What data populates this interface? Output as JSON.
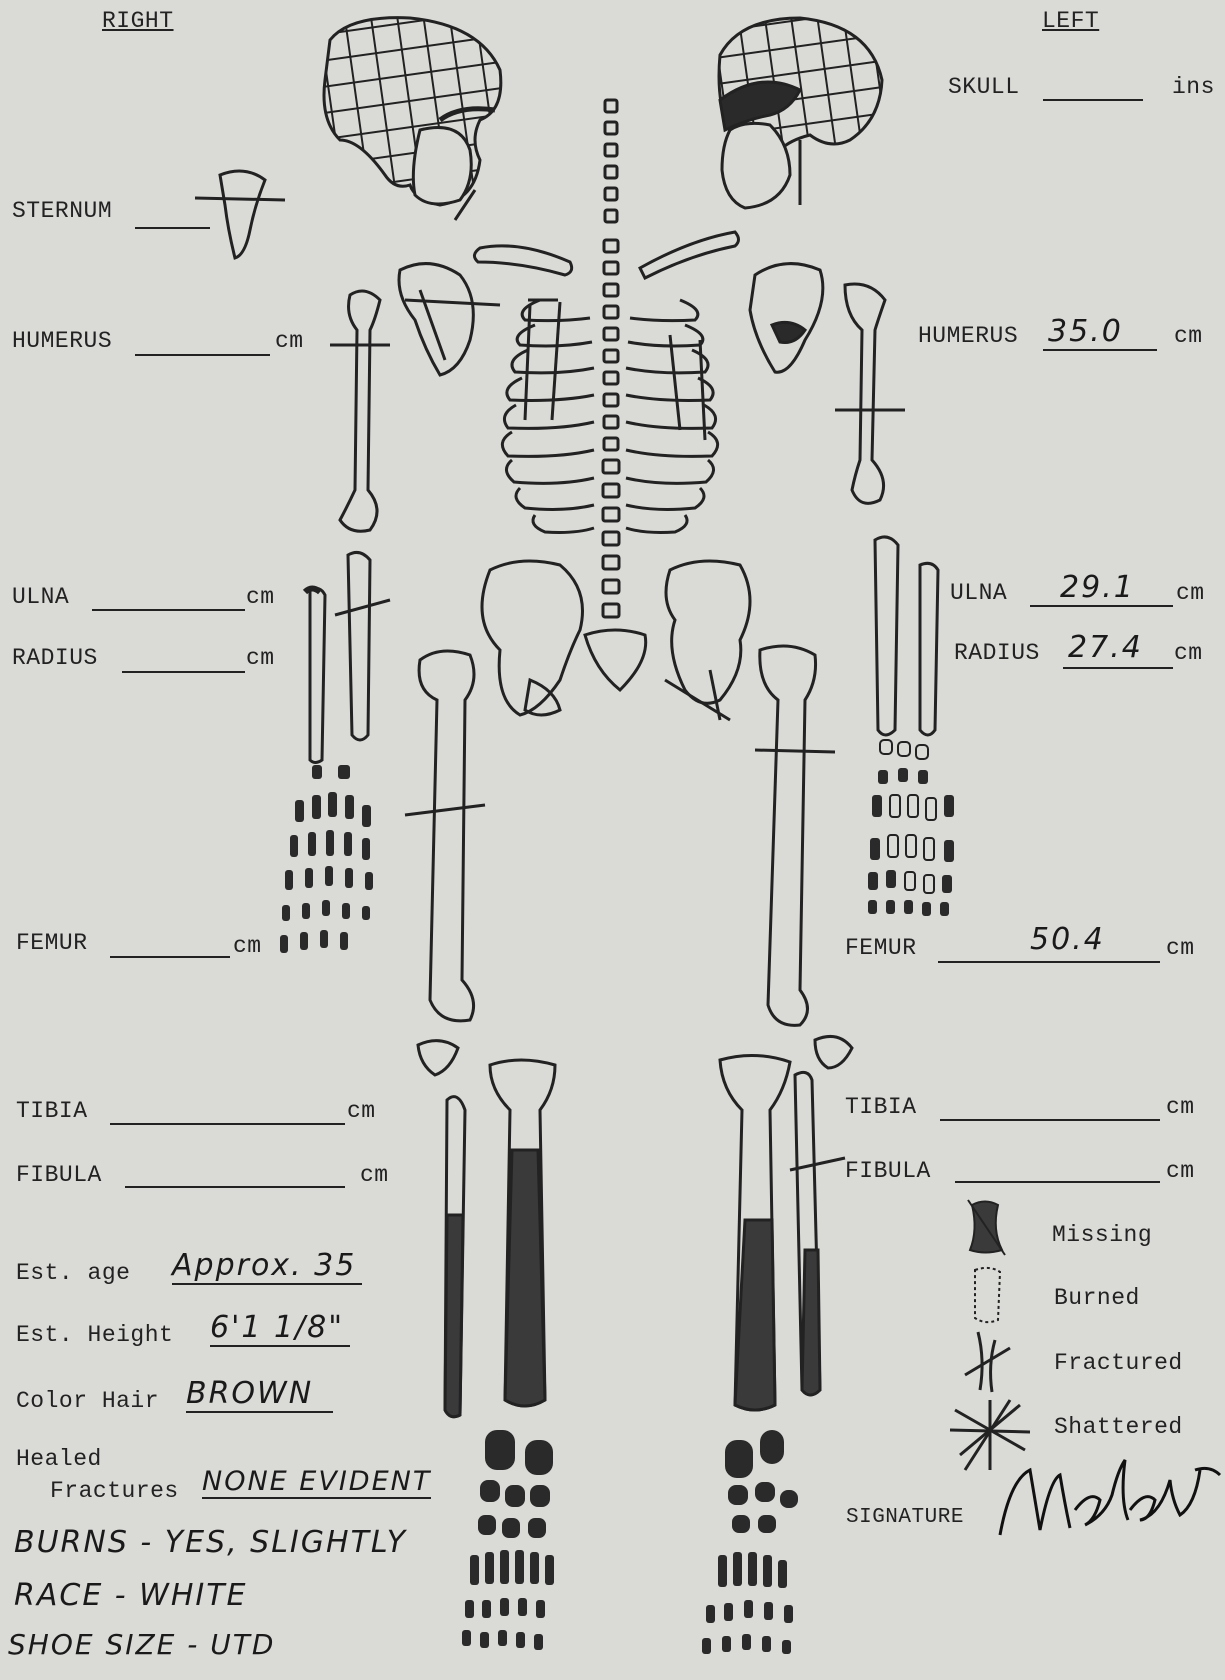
{
  "headers": {
    "right": "RIGHT",
    "left": "LEFT"
  },
  "right_fields": {
    "sternum": {
      "label": "STERNUM",
      "value": ""
    },
    "humerus": {
      "label": "HUMERUS",
      "unit": "cm",
      "value": ""
    },
    "ulna": {
      "label": "ULNA",
      "unit": "cm",
      "value": ""
    },
    "radius": {
      "label": "RADIUS",
      "unit": "cm",
      "value": ""
    },
    "femur": {
      "label": "FEMUR",
      "unit": "cm",
      "value": ""
    },
    "tibia": {
      "label": "TIBIA",
      "unit": "cm",
      "value": ""
    },
    "fibula": {
      "label": "FIBULA",
      "unit": "cm",
      "value": ""
    }
  },
  "left_fields": {
    "skull": {
      "label": "SKULL",
      "unit": "ins",
      "value": ""
    },
    "humerus": {
      "label": "HUMERUS",
      "unit": "cm",
      "value": "35.0"
    },
    "ulna": {
      "label": "ULNA",
      "unit": "cm",
      "value": "29.1"
    },
    "radius": {
      "label": "RADIUS",
      "unit": "cm",
      "value": "27.4"
    },
    "femur": {
      "label": "FEMUR",
      "unit": "cm",
      "value": "50.4"
    },
    "tibia": {
      "label": "TIBIA",
      "unit": "cm",
      "value": ""
    },
    "fibula": {
      "label": "FIBULA",
      "unit": "cm",
      "value": ""
    }
  },
  "estimates": {
    "age": {
      "label": "Est. age",
      "value": "Approx. 35"
    },
    "height": {
      "label": "Est. Height",
      "value": "6'1 1/8\""
    },
    "hair": {
      "label": "Color Hair",
      "value": "BROWN"
    },
    "healed_label_1": "Healed",
    "healed_label_2": "Fractures",
    "healed_value": "NONE EVIDENT"
  },
  "handwritten_notes": [
    "BURNS - YES, SLIGHTLY",
    "RACE - WHITE",
    "SHOE SIZE - UTD"
  ],
  "legend": [
    {
      "icon": "missing-bone-icon",
      "label": "Missing"
    },
    {
      "icon": "burned-bone-icon",
      "label": "Burned"
    },
    {
      "icon": "fractured-bone-icon",
      "label": "Fractured"
    },
    {
      "icon": "shattered-bone-icon",
      "label": "Shattered"
    }
  ],
  "signature": {
    "label": "SIGNATURE"
  },
  "colors": {
    "paper": "#dadad7",
    "ink": "#222222",
    "missing_fill": "#3a3a3a"
  }
}
